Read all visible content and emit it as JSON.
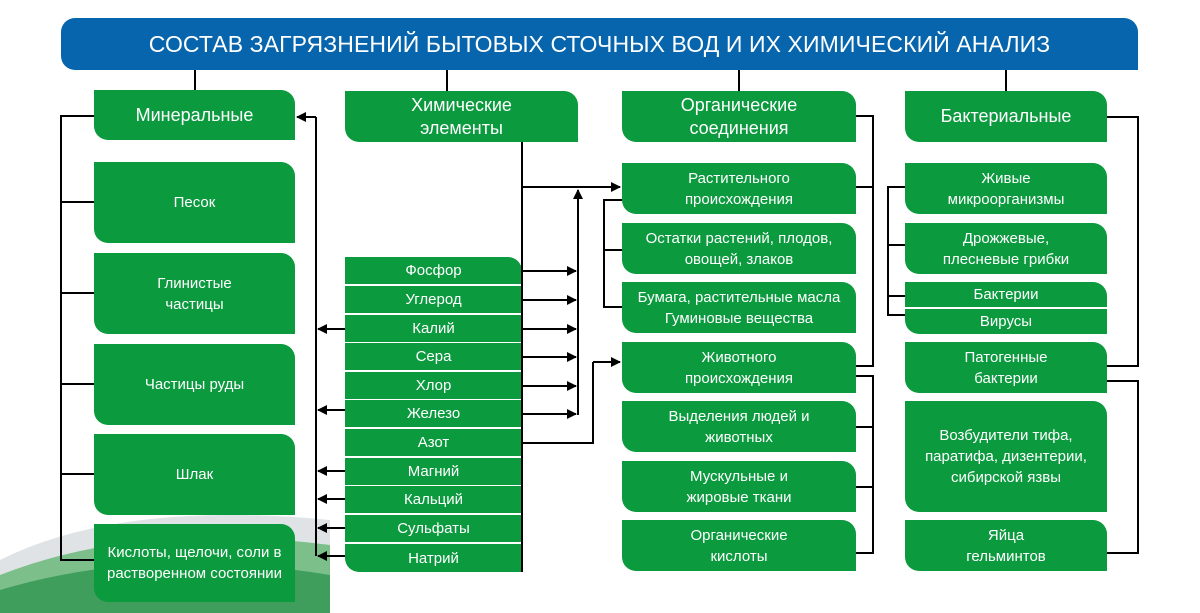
{
  "title": "СОСТАВ ЗАГРЯЗНЕНИЙ БЫТОВЫХ СТОЧНЫХ ВОД И ИХ ХИМИЧЕСКИЙ АНАЛИЗ",
  "colors": {
    "title_bg": "#0765ad",
    "box_bg": "#0c9a3f",
    "text": "#ffffff",
    "connector": "#000000"
  },
  "columns": {
    "mineral": {
      "header": "Минеральные",
      "items": [
        "Песок",
        "Глинистые частицы",
        "Частицы руды",
        "Шлак",
        "Кислоты, щелочи, соли в растворенном состоянии"
      ]
    },
    "chemical": {
      "header": "Химические элементы",
      "items": [
        "Фосфор",
        "Углерод",
        "Калий",
        "Сера",
        "Хлор",
        "Железо",
        "Азот",
        "Магний",
        "Кальций",
        "Сульфаты",
        "Натрий"
      ]
    },
    "organic": {
      "header": "Органические соединения",
      "plant": {
        "label": "Растительного происхождения",
        "items": [
          "Остатки растений, плодов, овощей, злаков",
          "Бумага, растительные масла Гуминовые вещества"
        ]
      },
      "animal": {
        "label": "Животного происхождения",
        "items": [
          "Выделения людей и животных",
          "Мускульные и жировые ткани",
          "Органические кислоты"
        ]
      }
    },
    "bacterial": {
      "header": "Бактериальные",
      "living": {
        "label": "Живые микроорганизмы",
        "items": [
          "Дрожжевые, плесневые грибки",
          "Бактерии",
          "Вирусы"
        ]
      },
      "pathogenic": {
        "label": "Патогенные бактерии",
        "items": [
          "Возбудители тифа, паратифа, дизентерии, сибирской язвы",
          "Яйца гельминтов"
        ]
      }
    }
  }
}
